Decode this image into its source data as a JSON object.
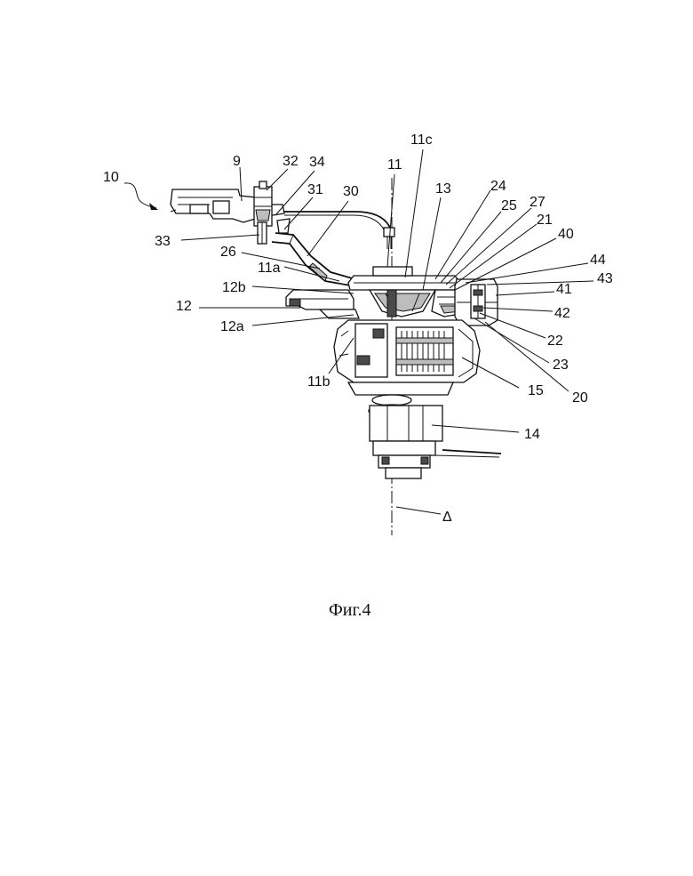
{
  "figure": {
    "caption": "Фиг.4",
    "axis_symbol": "Δ",
    "labels": {
      "assembly": "10",
      "l9": "9",
      "l32": "32",
      "l34": "34",
      "l31": "31",
      "l30": "30",
      "l33": "33",
      "l26": "26",
      "l11a": "11a",
      "l12b": "12b",
      "l12": "12",
      "l12a": "12a",
      "l11b": "11b",
      "l11c": "11c",
      "l11": "11",
      "l13": "13",
      "l24": "24",
      "l25": "25",
      "l27": "27",
      "l21": "21",
      "l40": "40",
      "l44": "44",
      "l43": "43",
      "l41": "41",
      "l42": "42",
      "l22": "22",
      "l23": "23",
      "l20": "20",
      "l15": "15",
      "l14": "14"
    }
  }
}
